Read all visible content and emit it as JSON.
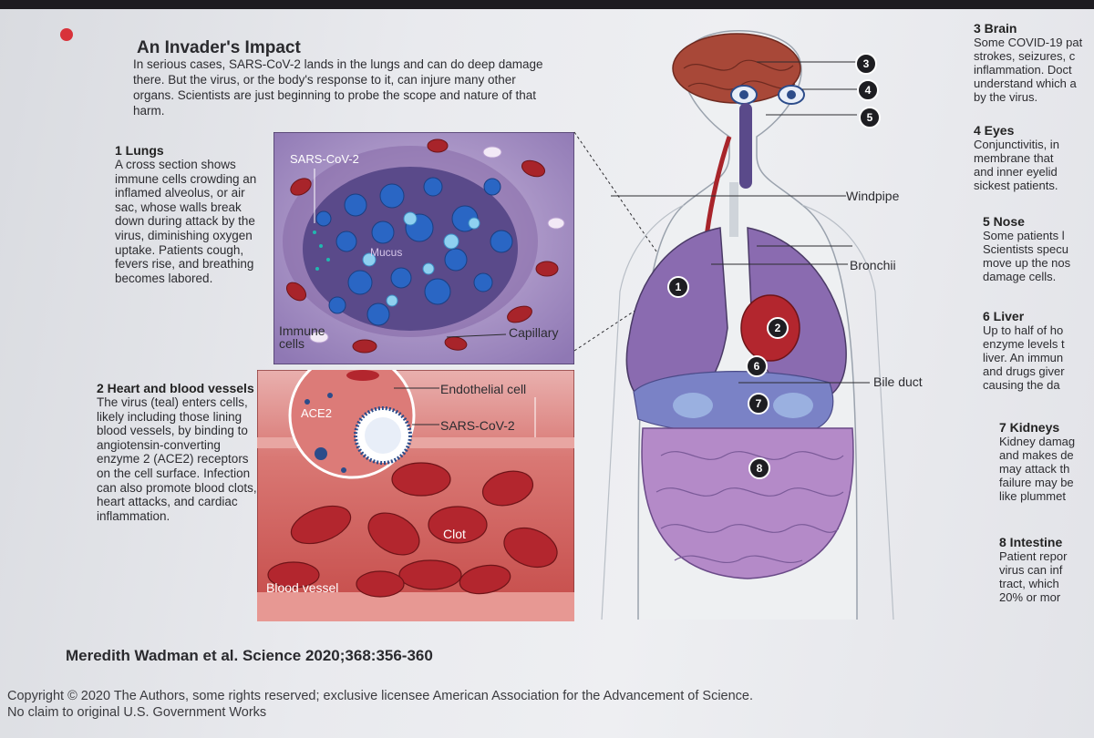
{
  "title": "An Invader's Impact",
  "intro": "In serious cases, SARS-CoV-2 lands in the lungs and can do deep damage there. But the virus, or the body's response to it, can injure many other organs. Scientists are just beginning to probe the scope and nature of that harm.",
  "sections": {
    "lungs": {
      "heading": "1 Lungs",
      "body": "A cross section shows immune cells crowding an inflamed alveolus, or air sac, whose walls break down during attack by the virus, diminishing oxygen uptake. Patients cough, fevers rise, and breathing becomes labored."
    },
    "heart": {
      "heading": "2 Heart and blood vessels",
      "body": "The virus (teal) enters cells, likely including those lining blood vessels, by binding to angiotensin-converting enzyme 2 (ACE2) receptors on the cell surface. Infection can also promote blood clots, heart attacks, and cardiac inflammation."
    }
  },
  "lung_panel": {
    "sars_label": "SARS-CoV-2",
    "mucus_label": "Mucus",
    "immune_label": "Immune cells",
    "capillary_label": "Capillary"
  },
  "vessel_panel": {
    "endothelial_label": "Endothelial cell",
    "ace2_label": "ACE2",
    "sars_label": "SARS-CoV-2",
    "clot_label": "Clot",
    "vessel_label": "Blood vessel"
  },
  "body_labels": {
    "windpipe": "Windpipe",
    "bronchii": "Bronchii",
    "bile_duct": "Bile duct"
  },
  "markers": [
    "1",
    "2",
    "3",
    "4",
    "5",
    "6",
    "7",
    "8"
  ],
  "right_column": [
    {
      "heading": "3 Brain",
      "lines": [
        "Some COVID-19 pat",
        "strokes, seizures, c",
        "inflammation. Doct",
        "understand which a",
        "by the virus."
      ]
    },
    {
      "heading": "4 Eyes",
      "lines": [
        "Conjunctivitis, in",
        "membrane that",
        "and inner eyelid",
        "sickest patients."
      ]
    },
    {
      "heading": "5 Nose",
      "lines": [
        "Some patients l",
        "Scientists specu",
        "move up the nos",
        "damage cells."
      ]
    },
    {
      "heading": "6 Liver",
      "lines": [
        "Up to half of ho",
        "enzyme levels t",
        "liver. An immun",
        "and drugs giver",
        "causing the da"
      ]
    },
    {
      "heading": "7 Kidneys",
      "lines": [
        "Kidney damag",
        "and makes de",
        "may attack th",
        "failure may be",
        "like plummet"
      ]
    },
    {
      "heading": "8 Intestine",
      "lines": [
        "Patient repor",
        "virus can inf",
        "tract, which",
        "20% or mor"
      ]
    }
  ],
  "citation": "Meredith Wadman et al. Science 2020;368:356-360",
  "copyright": "Copyright © 2020 The Authors, some rights reserved; exclusive licensee American Association for the Advancement of Science. No claim to original U.S. Government Works",
  "colors": {
    "accent_red": "#d8323a",
    "lung_purple": "#8a6bb0",
    "blood_red": "#b3262e",
    "virus_blue": "#2f7fd1"
  }
}
